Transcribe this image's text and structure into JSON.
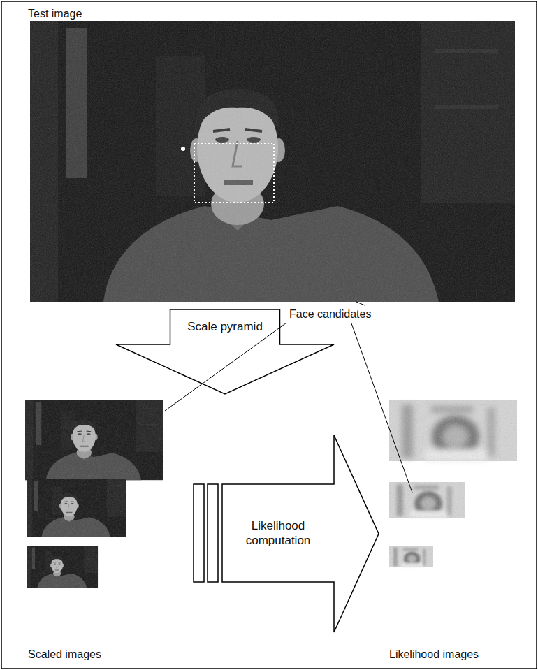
{
  "diagram": {
    "nodes": [
      {
        "text": [
          "Scale pyramid"
        ]
      },
      {
        "text": [
          "Likelihood computation"
        ]
      }
    ],
    "labels": [
      "Test image",
      "Face candidates",
      "Scaled images",
      "Likelihood images"
    ]
  }
}
